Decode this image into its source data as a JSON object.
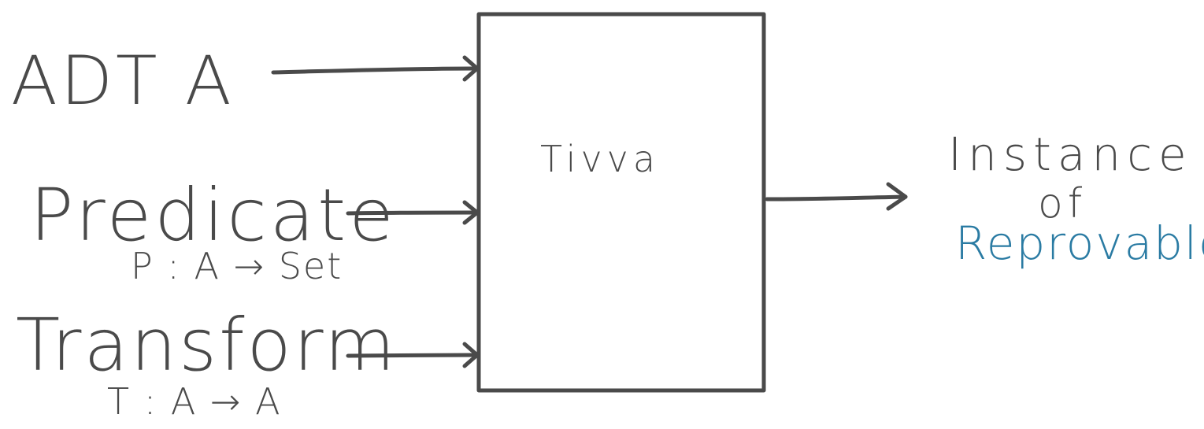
{
  "diagram": {
    "colors": {
      "ink": "#4a4a4a",
      "accent": "#2a7ba3"
    },
    "inputs": {
      "adt": {
        "label": "ADT A"
      },
      "predicate": {
        "label": "Predicate",
        "signature": "P : A → Set"
      },
      "transform": {
        "label": "Transform",
        "signature": "T : A → A"
      }
    },
    "box": {
      "label": "Tivva"
    },
    "output": {
      "line1": "Instance",
      "line2": "of",
      "line3": "Reprovable"
    }
  }
}
